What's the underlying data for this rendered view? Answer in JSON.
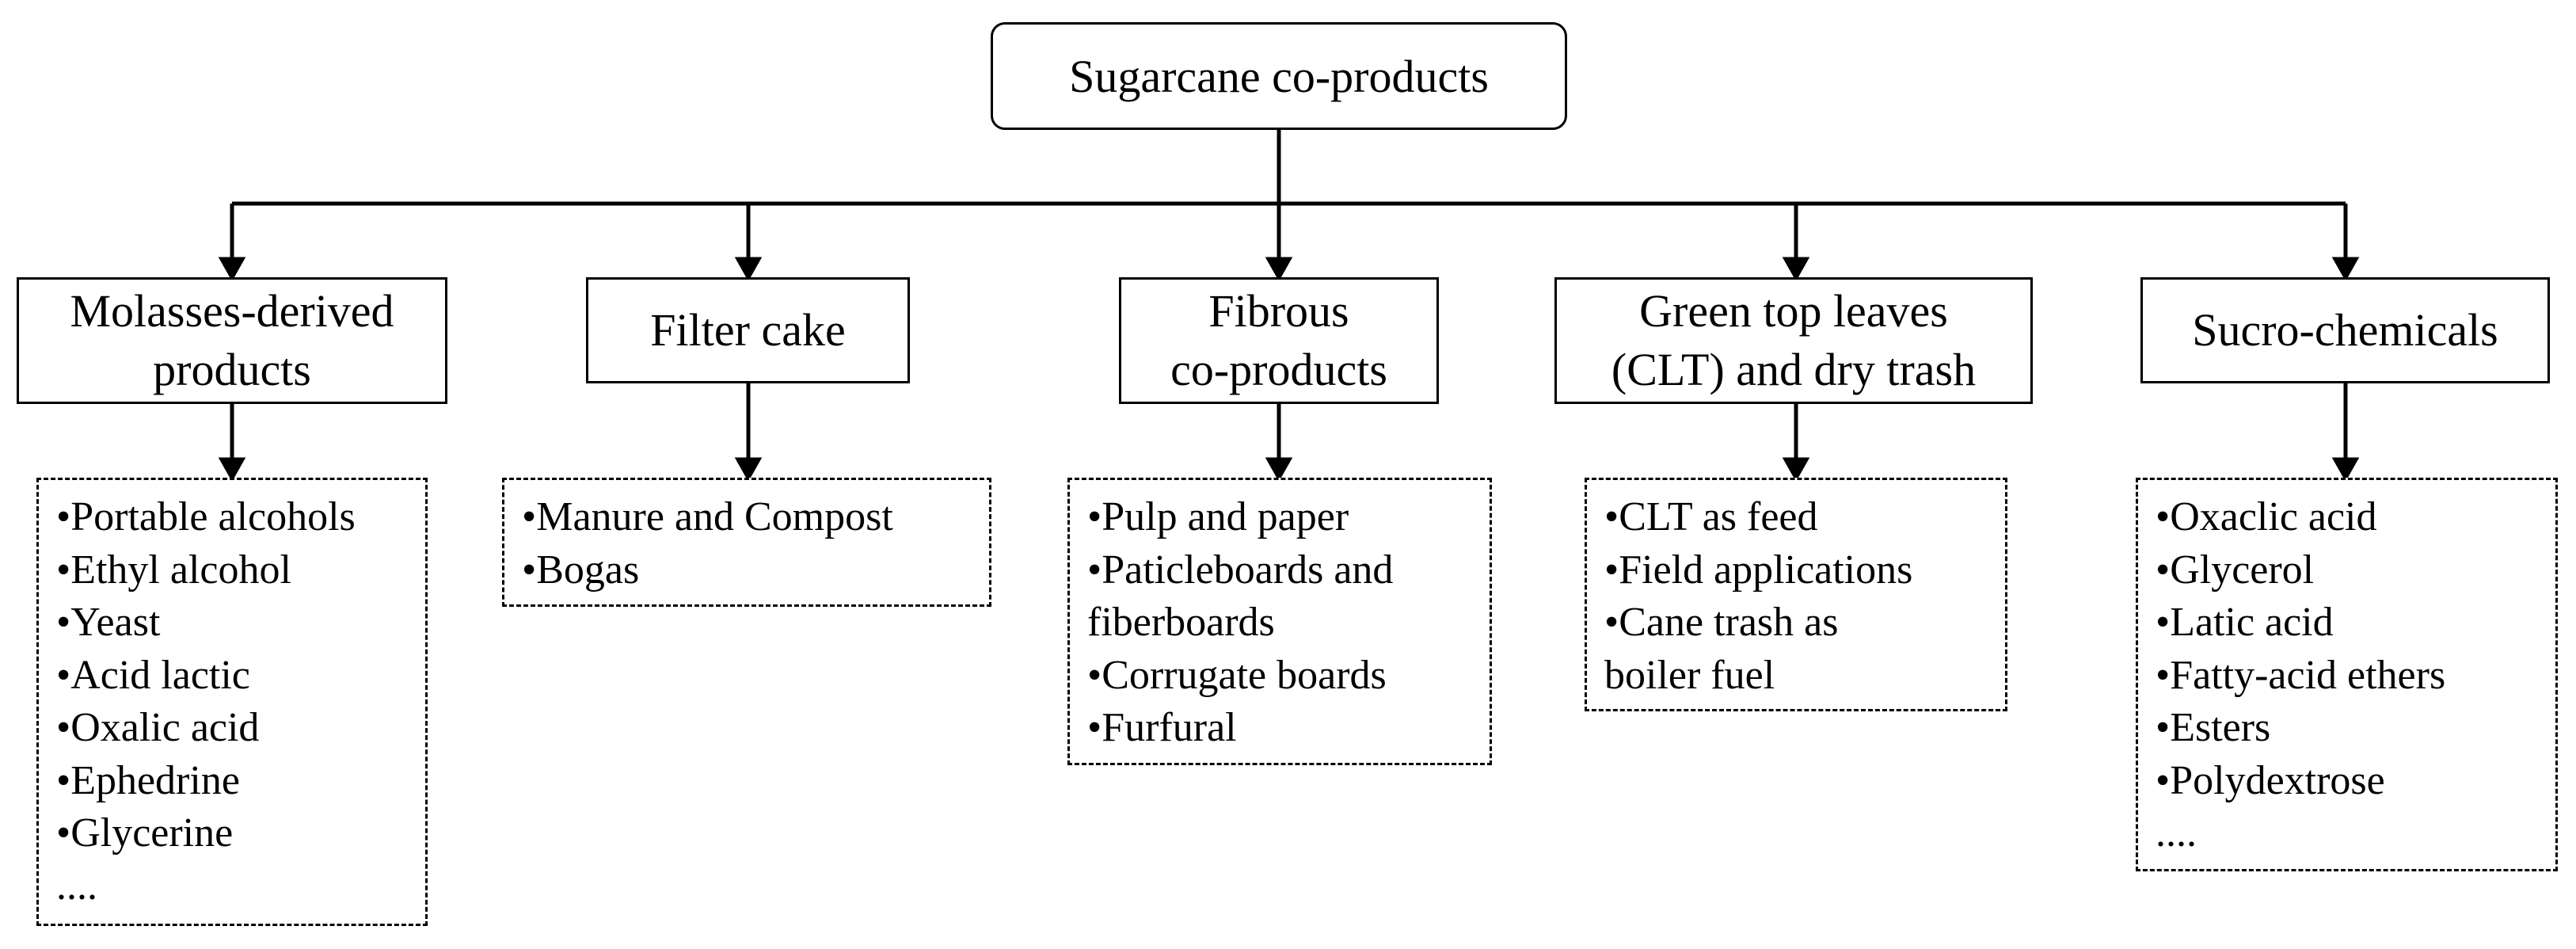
{
  "root": {
    "label": "Sugarcane co-products"
  },
  "categories": [
    {
      "title": [
        "Molasses-derived",
        "products"
      ],
      "items": [
        "•Portable alcohols",
        "•Ethyl alcohol",
        "•Yeast",
        "•Acid lactic",
        "•Oxalic acid",
        "•Ephedrine",
        "•Glycerine",
        "...."
      ]
    },
    {
      "title": [
        "Filter cake"
      ],
      "items": [
        "•Manure and Compost",
        "•Bogas"
      ]
    },
    {
      "title": [
        "Fibrous",
        "co-products"
      ],
      "items": [
        "•Pulp and paper",
        "•Paticleboards and",
        "fiberboards",
        "•Corrugate boards",
        "•Furfural"
      ]
    },
    {
      "title": [
        "Green top leaves",
        "(CLT) and dry trash"
      ],
      "items": [
        "•CLT as feed",
        "•Field applications",
        "•Cane trash as",
        "boiler fuel"
      ]
    },
    {
      "title": [
        "Sucro-chemicals"
      ],
      "items": [
        "•Oxaclic acid",
        "•Glycerol",
        "•Latic acid",
        "•Fatty-acid ethers",
        "•Esters",
        "•Polydextrose",
        "...."
      ]
    }
  ]
}
